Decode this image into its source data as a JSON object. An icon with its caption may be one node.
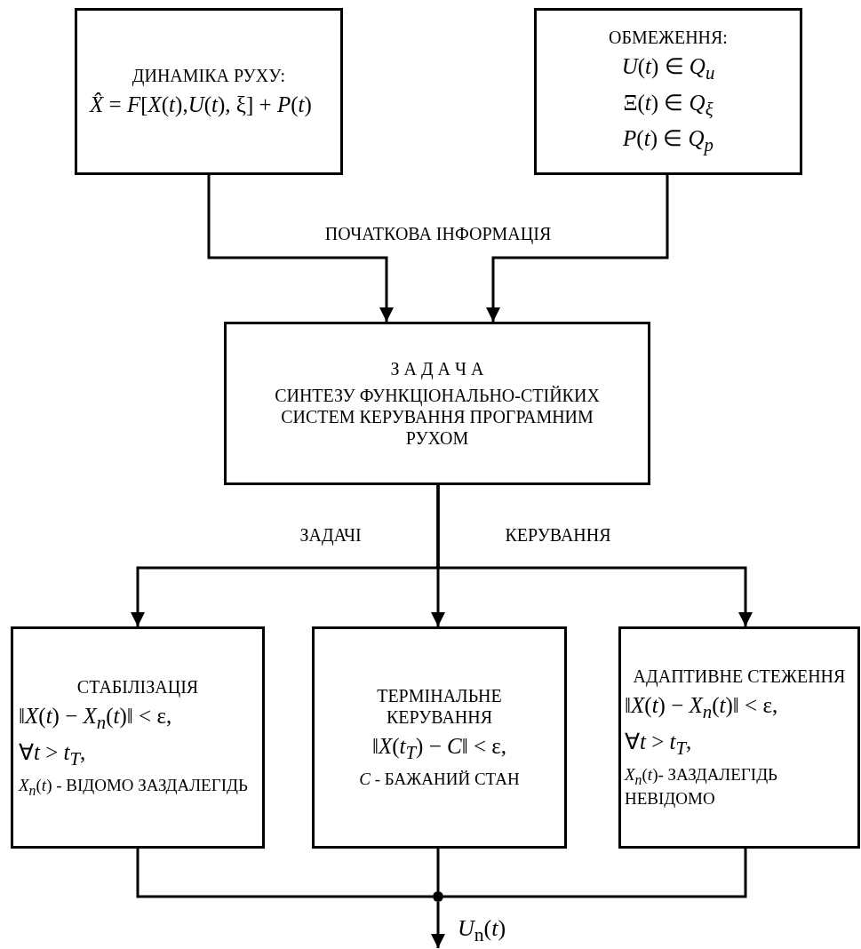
{
  "diagram": {
    "nodes": [
      {
        "text": [
          "ДИНАМІКА РУХУ:",
          "*X̂* = *F*[*X*(*t*),*U*(*t*), ξ] + *P*(*t*)"
        ]
      },
      {
        "text": [
          "ОБМЕЖЕННЯ:",
          "*U*(*t*) ∈ *Q*$_{u}$",
          "Ξ(*t*) ∈ *Q*$_{ξ}$",
          "*P*(*t*) ∈ *Q*$_{p}$"
        ]
      },
      {
        "text": [
          "З А Д А Ч А",
          "СИНТЕЗУ ФУНКЦІОНАЛЬНО-СТІЙКИХ СИСТЕМ КЕРУВАННЯ ПРОГРАМНИМ РУХОМ"
        ]
      },
      {
        "text": [
          "СТАБІЛІЗАЦІЯ",
          "‖*X*(*t*) − *X*$_{n}$(*t*)‖ < ε,",
          "∀*t* > *t*$_{T}$,",
          "*X*$_{n}$(*t*) - ВІДОМО ЗАЗДАЛЕГІДЬ"
        ]
      },
      {
        "text": [
          "ТЕРМІНАЛЬНЕ КЕРУВАННЯ",
          "‖*X*(*t*$_{T}$) − *C*‖ < ε,",
          "*C* - БАЖАНИЙ СТАН"
        ]
      },
      {
        "text": [
          "АДАПТИВНЕ СТЕЖЕННЯ",
          "‖*X*(*t*) − *X*$_{n}$(*t*)‖ < ε,",
          "∀*t* > *t*$_{T}$,",
          "*X*$_{n}$(*t*)- ЗАЗДАЛЕГІДЬ НЕВІДОМО"
        ]
      },
      {
        "text": [],
        "shape": "circle"
      }
    ],
    "edges": [
      {
        "from": 0,
        "to": 2,
        "arrow": "to"
      },
      {
        "from": 1,
        "to": 2,
        "arrow": "to"
      },
      {
        "from": 2,
        "to": 3,
        "arrow": "to"
      },
      {
        "from": 2,
        "to": 4,
        "arrow": "to"
      },
      {
        "from": 2,
        "to": 5,
        "arrow": "to"
      },
      {
        "from": 3,
        "to": 6,
        "arrow": "none"
      },
      {
        "from": 4,
        "to": 6,
        "arrow": "none"
      },
      {
        "from": 5,
        "to": 6,
        "arrow": "none"
      },
      {
        "from": 6,
        "to": null,
        "arrow": "to",
        "label": "*U*$_{n}$(*t*)"
      }
    ],
    "labels": [
      "ПОЧАТКОВА ІНФОРМАЦІЯ",
      "ЗАДАЧІ",
      "КЕРУВАННЯ"
    ]
  }
}
